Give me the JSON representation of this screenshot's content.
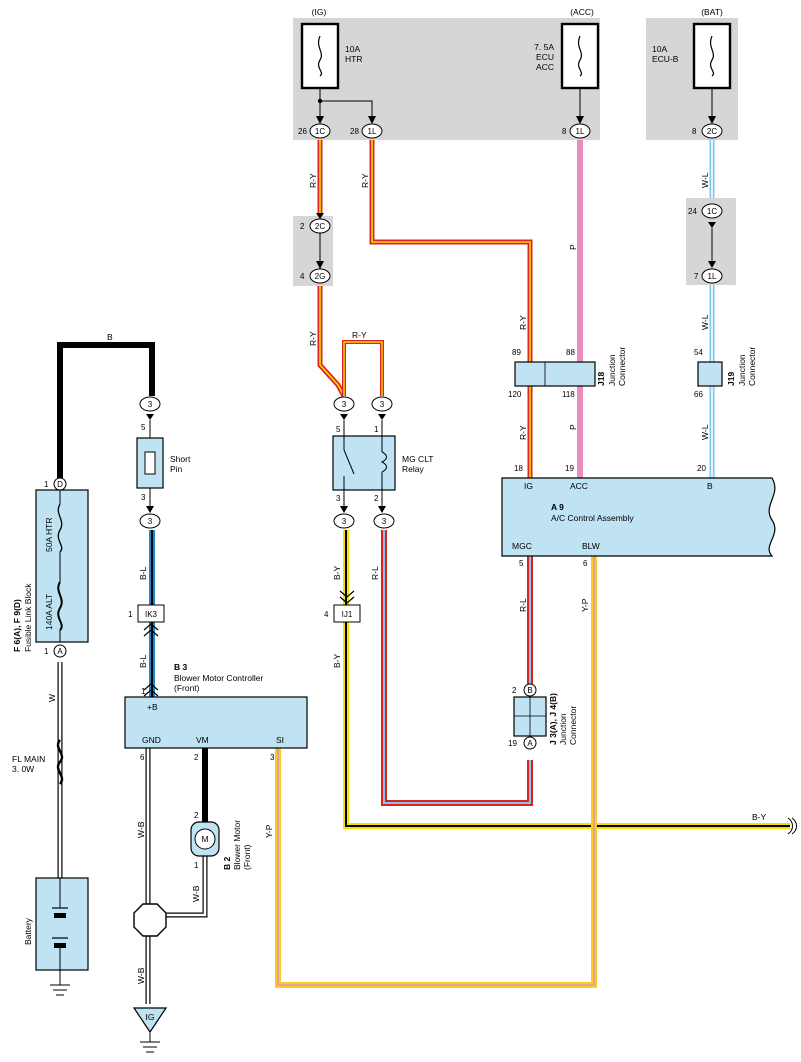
{
  "fuse_boxes": {
    "ig": {
      "source": "(IG)",
      "rating": "10A",
      "name": "HTR"
    },
    "acc": {
      "source": "(ACC)",
      "rating": "7. 5A",
      "name_line1": "ECU",
      "name_line2": "ACC"
    },
    "bat": {
      "source": "(BAT)",
      "rating": "10A",
      "name": "ECU-B"
    }
  },
  "fuse_pins": {
    "p26": "26",
    "c1c": "1C",
    "p28": "28",
    "c1l": "1L",
    "p8a": "8",
    "c1l_acc": "1L",
    "p8b": "8",
    "c2c_bat": "2C"
  },
  "j_blocks": {
    "p2": "2",
    "c2c": "2C",
    "p4": "4",
    "c2g": "2G",
    "p24": "24",
    "c1c": "1C",
    "p7": "7",
    "c1l": "1L"
  },
  "wires": {
    "b_top": "B",
    "ry_1": "R-Y",
    "ry_2": "R-Y",
    "ry_3": "R-Y",
    "ry_relay": "R-Y",
    "p_1": "P",
    "p_2": "P",
    "wl_1": "W-L",
    "wl_2": "W-L",
    "wl_3": "W-L",
    "ry_4": "R-Y",
    "ry_5": "R-Y",
    "bl_1": "B-L",
    "bl_2": "B-L",
    "by_1": "B-Y",
    "by_2": "B-Y",
    "rl_1": "R-L",
    "rl_2": "R-L",
    "yp_1": "Y-P",
    "yp_2": "Y-P",
    "w_1": "W",
    "wb_1": "W-B",
    "wb_2": "W-B",
    "wb_3": "W-B",
    "by_right": "B-Y"
  },
  "short_pin": {
    "label1": "Short",
    "label2": "Pin",
    "pin_top": "5",
    "pin_bottom": "3",
    "conn_top": "3",
    "conn_bottom": "3"
  },
  "relay": {
    "label1": "MG CLT",
    "label2": "Relay",
    "pin_tl": "5",
    "pin_tr": "1",
    "pin_bl": "3",
    "pin_br": "2",
    "conn_tl": "3",
    "conn_tr": "3",
    "conn_bl": "3",
    "conn_br": "3"
  },
  "fusible_link": {
    "id": "F 6(A), F 9(D)",
    "name": "Fusible Link Block",
    "fuse1": "50A HTR",
    "fuse2": "140A ALT",
    "pin_top": "1",
    "conn_top": "D",
    "pin_bottom": "1",
    "conn_bottom": "A"
  },
  "fl_main": {
    "line1": "FL MAIN",
    "line2": "3. 0W"
  },
  "battery": {
    "label": "Battery"
  },
  "ik3": {
    "pin": "1",
    "name": "IK3"
  },
  "ij1": {
    "pin": "4",
    "name": "IJ1"
  },
  "j18": {
    "id": "J18",
    "name1": "Junction",
    "name2": "Connector",
    "p89": "89",
    "p88": "88",
    "p120": "120",
    "p118": "118"
  },
  "j19": {
    "id": "J19",
    "name1": "Junction",
    "name2": "Connector",
    "p54": "54",
    "p66": "66"
  },
  "ac_control": {
    "id": "A 9",
    "name": "A/C Control Assembly",
    "ig": "IG",
    "acc": "ACC",
    "b": "B",
    "mgc": "MGC",
    "blw": "BLW",
    "p18": "18",
    "p19": "19",
    "p20": "20",
    "p5": "5",
    "p6": "6"
  },
  "j3j4": {
    "id": "J 3(A), J 4(B)",
    "name1": "Junction",
    "name2": "Connector",
    "pin_top": "2",
    "conn_top": "B",
    "pin_bottom": "19",
    "conn_bottom": "A"
  },
  "blower_controller": {
    "id": "B 3",
    "name": "Blower Motor Controller",
    "sub": "(Front)",
    "plus_b": "+B",
    "gnd": "GND",
    "vm": "VM",
    "si": "SI",
    "p1": "1",
    "p6": "6",
    "p2": "2",
    "p3": "3"
  },
  "blower_motor": {
    "id": "B 2",
    "name": "Blower Motor",
    "sub": "(Front)",
    "symbol": "M",
    "p2": "2",
    "p1": "1"
  },
  "ig_ground": {
    "label": "IG"
  }
}
